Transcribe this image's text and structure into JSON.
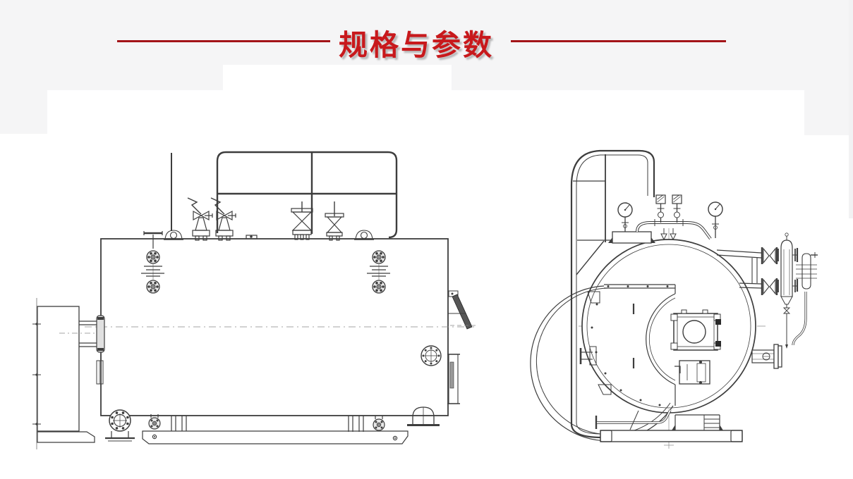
{
  "header": {
    "title": "规格与参数"
  },
  "colors": {
    "accent_red": "#c8191c",
    "divider_red": "#a31418",
    "band_gray": "#f5f5f6",
    "drawing_stroke": "#3d3d3d",
    "page_bg": "#ffffff"
  },
  "drawings": {
    "side_view_name": "boiler-side-view-drawing",
    "end_view_name": "boiler-end-view-drawing"
  }
}
